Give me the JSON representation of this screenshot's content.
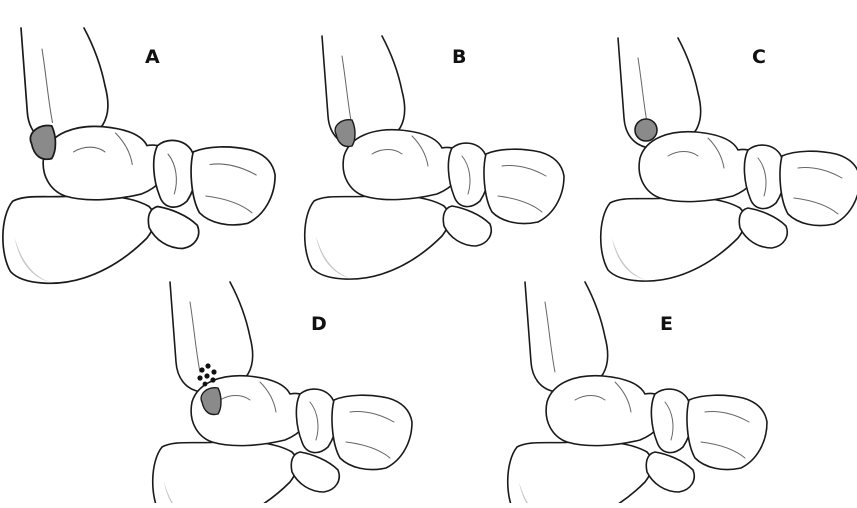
{
  "figure": {
    "panels": [
      {
        "id": "A",
        "label": "A",
        "ossicle": "small",
        "fragments": false
      },
      {
        "id": "B",
        "label": "B",
        "ossicle": "small",
        "fragments": false
      },
      {
        "id": "C",
        "label": "C",
        "ossicle": "round",
        "fragments": false
      },
      {
        "id": "D",
        "label": "D",
        "ossicle": "small",
        "fragments": true
      },
      {
        "id": "E",
        "label": "E",
        "ossicle": "none",
        "fragments": false
      }
    ],
    "colors": {
      "outline": "#1a1a1a",
      "ossicle_fill": "#8a8a8a",
      "background": "#ffffff"
    }
  }
}
